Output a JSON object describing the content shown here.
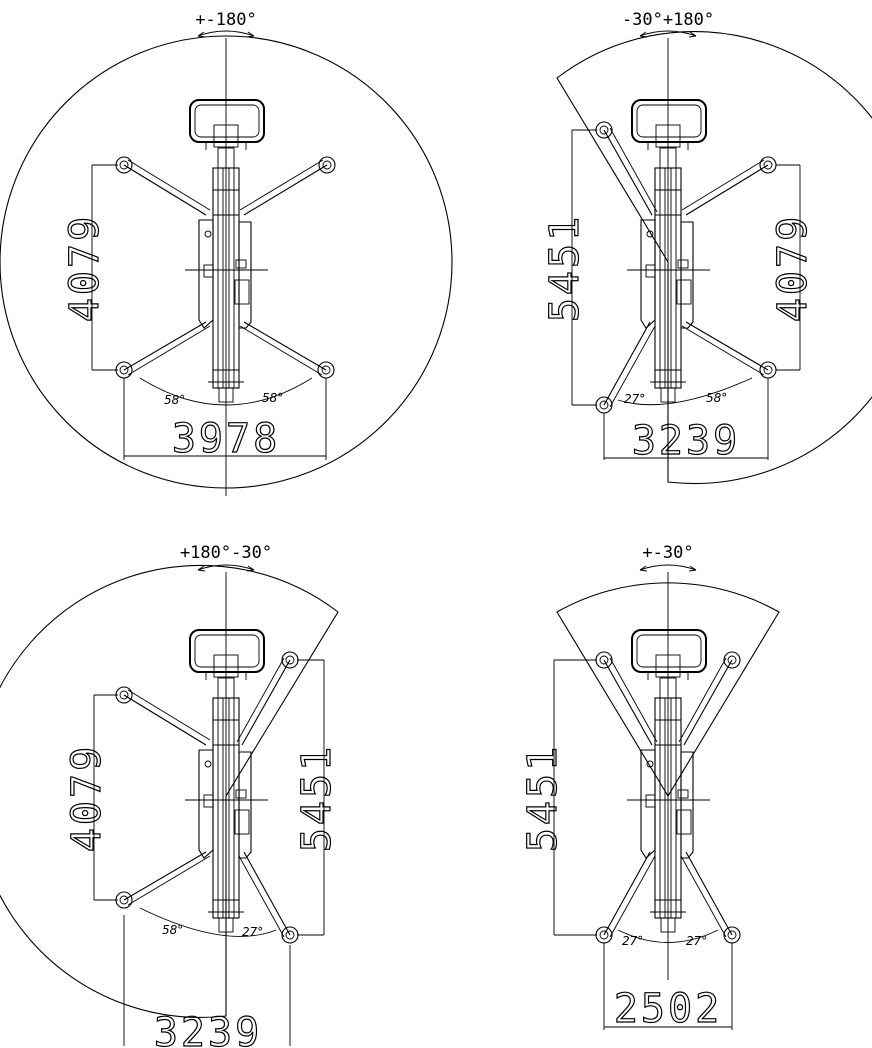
{
  "views": [
    {
      "id": "view-full-rotation",
      "title": "+-180°",
      "height_dim": "4079",
      "width_dim": "3978",
      "left_angle": "58°",
      "right_angle": "58°"
    },
    {
      "id": "view-left-limited",
      "title": "-30°+180°",
      "height_dim_left": "5451",
      "height_dim_right": "4079",
      "width_dim": "3239",
      "left_angle": "27°",
      "right_angle": "58°"
    },
    {
      "id": "view-right-limited",
      "title": "+180°-30°",
      "height_dim_left": "4079",
      "height_dim_right": "5451",
      "width_dim": "3239",
      "left_angle": "58°",
      "right_angle": "27°"
    },
    {
      "id": "view-narrow",
      "title": "+-30°",
      "height_dim": "5451",
      "width_dim": "2502",
      "left_angle": "27°",
      "right_angle": "27°"
    }
  ]
}
